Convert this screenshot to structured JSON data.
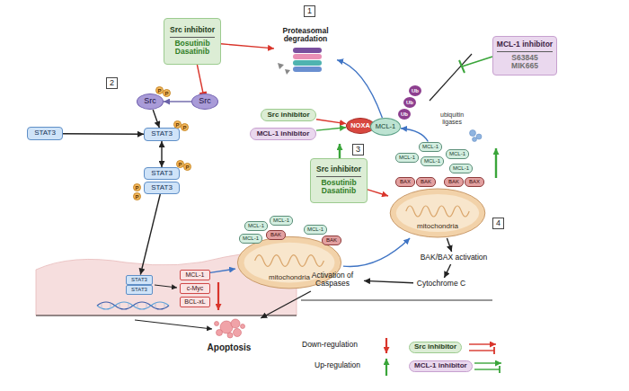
{
  "diagram": {
    "nodes": [
      {
        "text": [
          "Src inhibitor",
          "Bosutinib Dasatinib"
        ]
      },
      {
        "text": [
          "Proteasomal degradation"
        ]
      },
      {
        "text": [
          "MCL-1 inhibitor",
          "S63845 MIK665"
        ]
      },
      {
        "text": [
          "Src"
        ]
      },
      {
        "text": [
          "Src"
        ]
      },
      {
        "text": [
          "STAT3"
        ]
      },
      {
        "text": [
          "STAT3"
        ]
      },
      {
        "text": [
          "STAT3"
        ]
      },
      {
        "text": [
          "STAT3"
        ]
      },
      {
        "text": [
          "Src inhibitor"
        ]
      },
      {
        "text": [
          "MCL-1 inhibitor"
        ]
      },
      {
        "text": [
          "NOXA"
        ]
      },
      {
        "text": [
          "MCL-1"
        ]
      },
      {
        "text": [
          "Ub"
        ]
      },
      {
        "text": [
          "Ub"
        ]
      },
      {
        "text": [
          "Ub"
        ]
      },
      {
        "text": [
          "Src inhibitor",
          "Bosutinib Dasatinib"
        ]
      },
      {
        "text": [
          "mitochondria"
        ]
      },
      {
        "text": [
          "BAX"
        ],
        "in": 17
      },
      {
        "text": [
          "BAK"
        ],
        "in": 17
      },
      {
        "text": [
          "BAK"
        ],
        "in": 17
      },
      {
        "text": [
          "BAX"
        ],
        "in": 17
      },
      {
        "text": [
          "MCL-1"
        ]
      },
      {
        "text": [
          "MCL-1"
        ]
      },
      {
        "text": [
          "MCL-1"
        ]
      },
      {
        "text": [
          "MCL-1"
        ]
      },
      {
        "text": [
          "MCL-1"
        ]
      },
      {
        "text": [
          "mitochondria"
        ]
      },
      {
        "text": [
          "MCL-1"
        ],
        "in": 27
      },
      {
        "text": [
          "MCL-1"
        ],
        "in": 27
      },
      {
        "text": [
          "MCL-1"
        ],
        "in": 27
      },
      {
        "text": [
          "BAK"
        ],
        "in": 27
      },
      {
        "text": [
          "MCL-1"
        ],
        "in": 27
      },
      {
        "text": [
          "BAK"
        ],
        "in": 27
      },
      {
        "text": [
          "STAT3"
        ]
      },
      {
        "text": [
          "STAT3"
        ]
      },
      {
        "text": [
          "MCL-1"
        ]
      },
      {
        "text": [
          "c-Myc"
        ]
      },
      {
        "text": [
          "BCL-xL"
        ]
      },
      {
        "text": [
          "BAK/BAX activation"
        ]
      },
      {
        "text": [
          "Cytochrome C"
        ]
      },
      {
        "text": [
          "Activation of Caspases"
        ]
      },
      {
        "text": [
          "Apoptosis"
        ]
      }
    ],
    "edges": [
      {
        "from": 0,
        "to": 1,
        "arrow": "to"
      },
      {
        "from": 0,
        "to": 4,
        "arrow": "to"
      },
      {
        "from": 4,
        "to": 3,
        "arrow": "to"
      },
      {
        "from": 3,
        "to": 6,
        "arrow": "to"
      },
      {
        "from": 5,
        "to": 6,
        "arrow": "to"
      },
      {
        "from": 6,
        "to": 7,
        "arrow": "both"
      },
      {
        "from": 8,
        "to": 34,
        "arrow": "to"
      },
      {
        "from": 9,
        "to": 11,
        "arrow": "to"
      },
      {
        "from": 10,
        "to": 11,
        "arrow": "to"
      },
      {
        "from": 12,
        "to": 1,
        "arrow": "to"
      },
      {
        "from": 22,
        "to": 12,
        "arrow": "to"
      },
      {
        "from": 36,
        "to": 27,
        "arrow": "to"
      },
      {
        "from": 27,
        "to": 17,
        "arrow": "to"
      },
      {
        "from": 16,
        "to": 17,
        "arrow": "to"
      },
      {
        "from": 17,
        "to": 39,
        "arrow": "to"
      },
      {
        "from": 39,
        "to": 40,
        "arrow": "to"
      },
      {
        "from": 40,
        "to": 41,
        "arrow": "to"
      },
      {
        "from": 41,
        "to": 42,
        "arrow": "to"
      }
    ],
    "labels": [
      "1",
      "2",
      "3",
      "4",
      "P",
      "P",
      "P",
      "P",
      "P",
      "P",
      "P",
      "P",
      "ubiquitin ligases"
    ],
    "legend": [
      {
        "text": "Down-regulation"
      },
      {
        "text": "Up-regulation"
      },
      {
        "text": "Src inhibitor"
      },
      {
        "text": "MCL-1 inhibitor"
      }
    ]
  }
}
